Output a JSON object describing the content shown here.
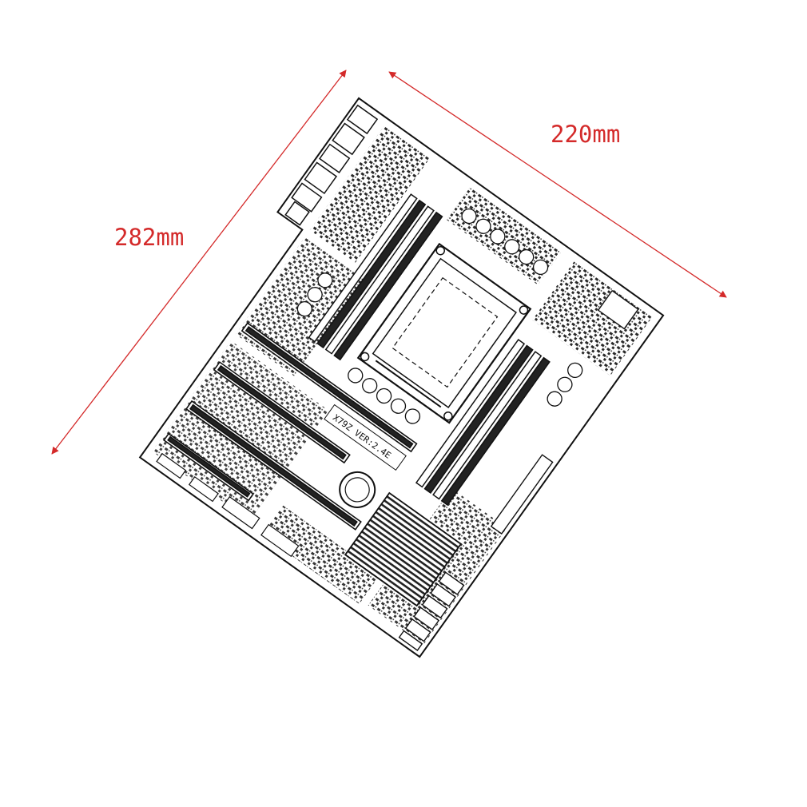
{
  "dimensions": {
    "length_label": "282mm",
    "width_label": "220mm",
    "annotation_color": "#d42a2a"
  },
  "board": {
    "silkscreen": "X79Z VER:2.4E",
    "line_color": "#111111",
    "fill_color": "#ffffff"
  }
}
